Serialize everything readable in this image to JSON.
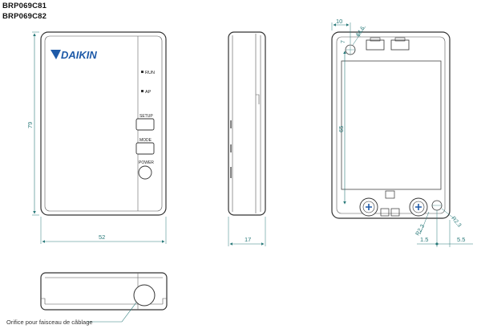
{
  "models": [
    "BRP069C81",
    "BRP069C82"
  ],
  "brand": "DAIKIN",
  "indicators": {
    "run": "RUN",
    "ap": "AP"
  },
  "buttons": {
    "setup": "SETUP",
    "mode": "MODE",
    "power": "POWER"
  },
  "dimensions": {
    "front_height": "79",
    "front_width": "52",
    "side_depth": "17",
    "back_offset_x": "10",
    "back_hole_dia": "ϕ4.6",
    "back_offset_y": "7",
    "back_pitch": "65",
    "back_r_left": "R2.3",
    "back_r_right": "R2.3",
    "back_bottom_left": "1.5",
    "back_bottom_right": "5.5"
  },
  "callout": "Orifice pour faisceau de câblage",
  "colors": {
    "line": "#333333",
    "dim": "#2a7a7a",
    "brand": "#1e5aa8"
  }
}
